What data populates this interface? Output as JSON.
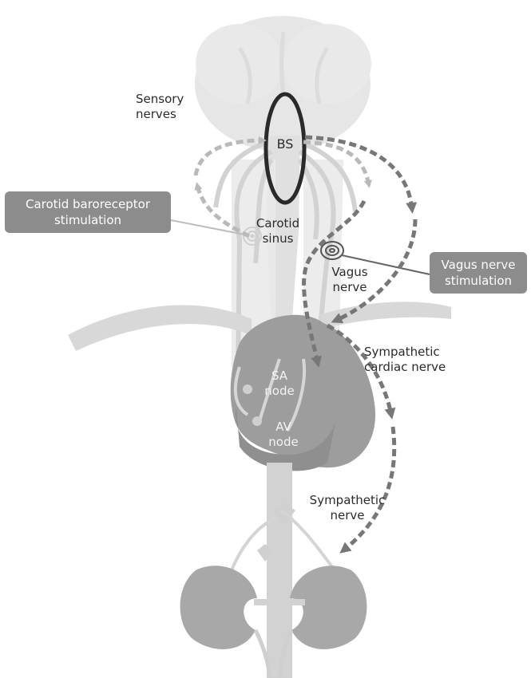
{
  "labels": {
    "sensory_nerves": "Sensory\nnerves",
    "bs": "BS",
    "carotid_sinus": "Carotid\nsinus",
    "vagus_nerve": "Vagus\nnerve",
    "sympathetic_cardiac_nerve": "Sympathetic\ncardiac nerve",
    "sa_node": "SA\nnode",
    "av_node": "AV\nnode",
    "sympathetic_nerve": "Sympathetic\nnerve"
  },
  "callouts": {
    "carotid_baroreceptor": "Carotid baroreceptor\nstimulation",
    "vagus_nerve_stimulation": "Vagus nerve\nstimulation"
  },
  "colors": {
    "anatomy_light": "#e4e4e4",
    "anatomy_mid": "#d3d3d3",
    "heart": "#9d9d9d",
    "kidney": "#a8a8a8",
    "arrow_light": "#b9b9b9",
    "arrow_dark": "#777777",
    "brainstem_outline": "#2a2a2a",
    "callout_bg": "#8c8c8c"
  }
}
